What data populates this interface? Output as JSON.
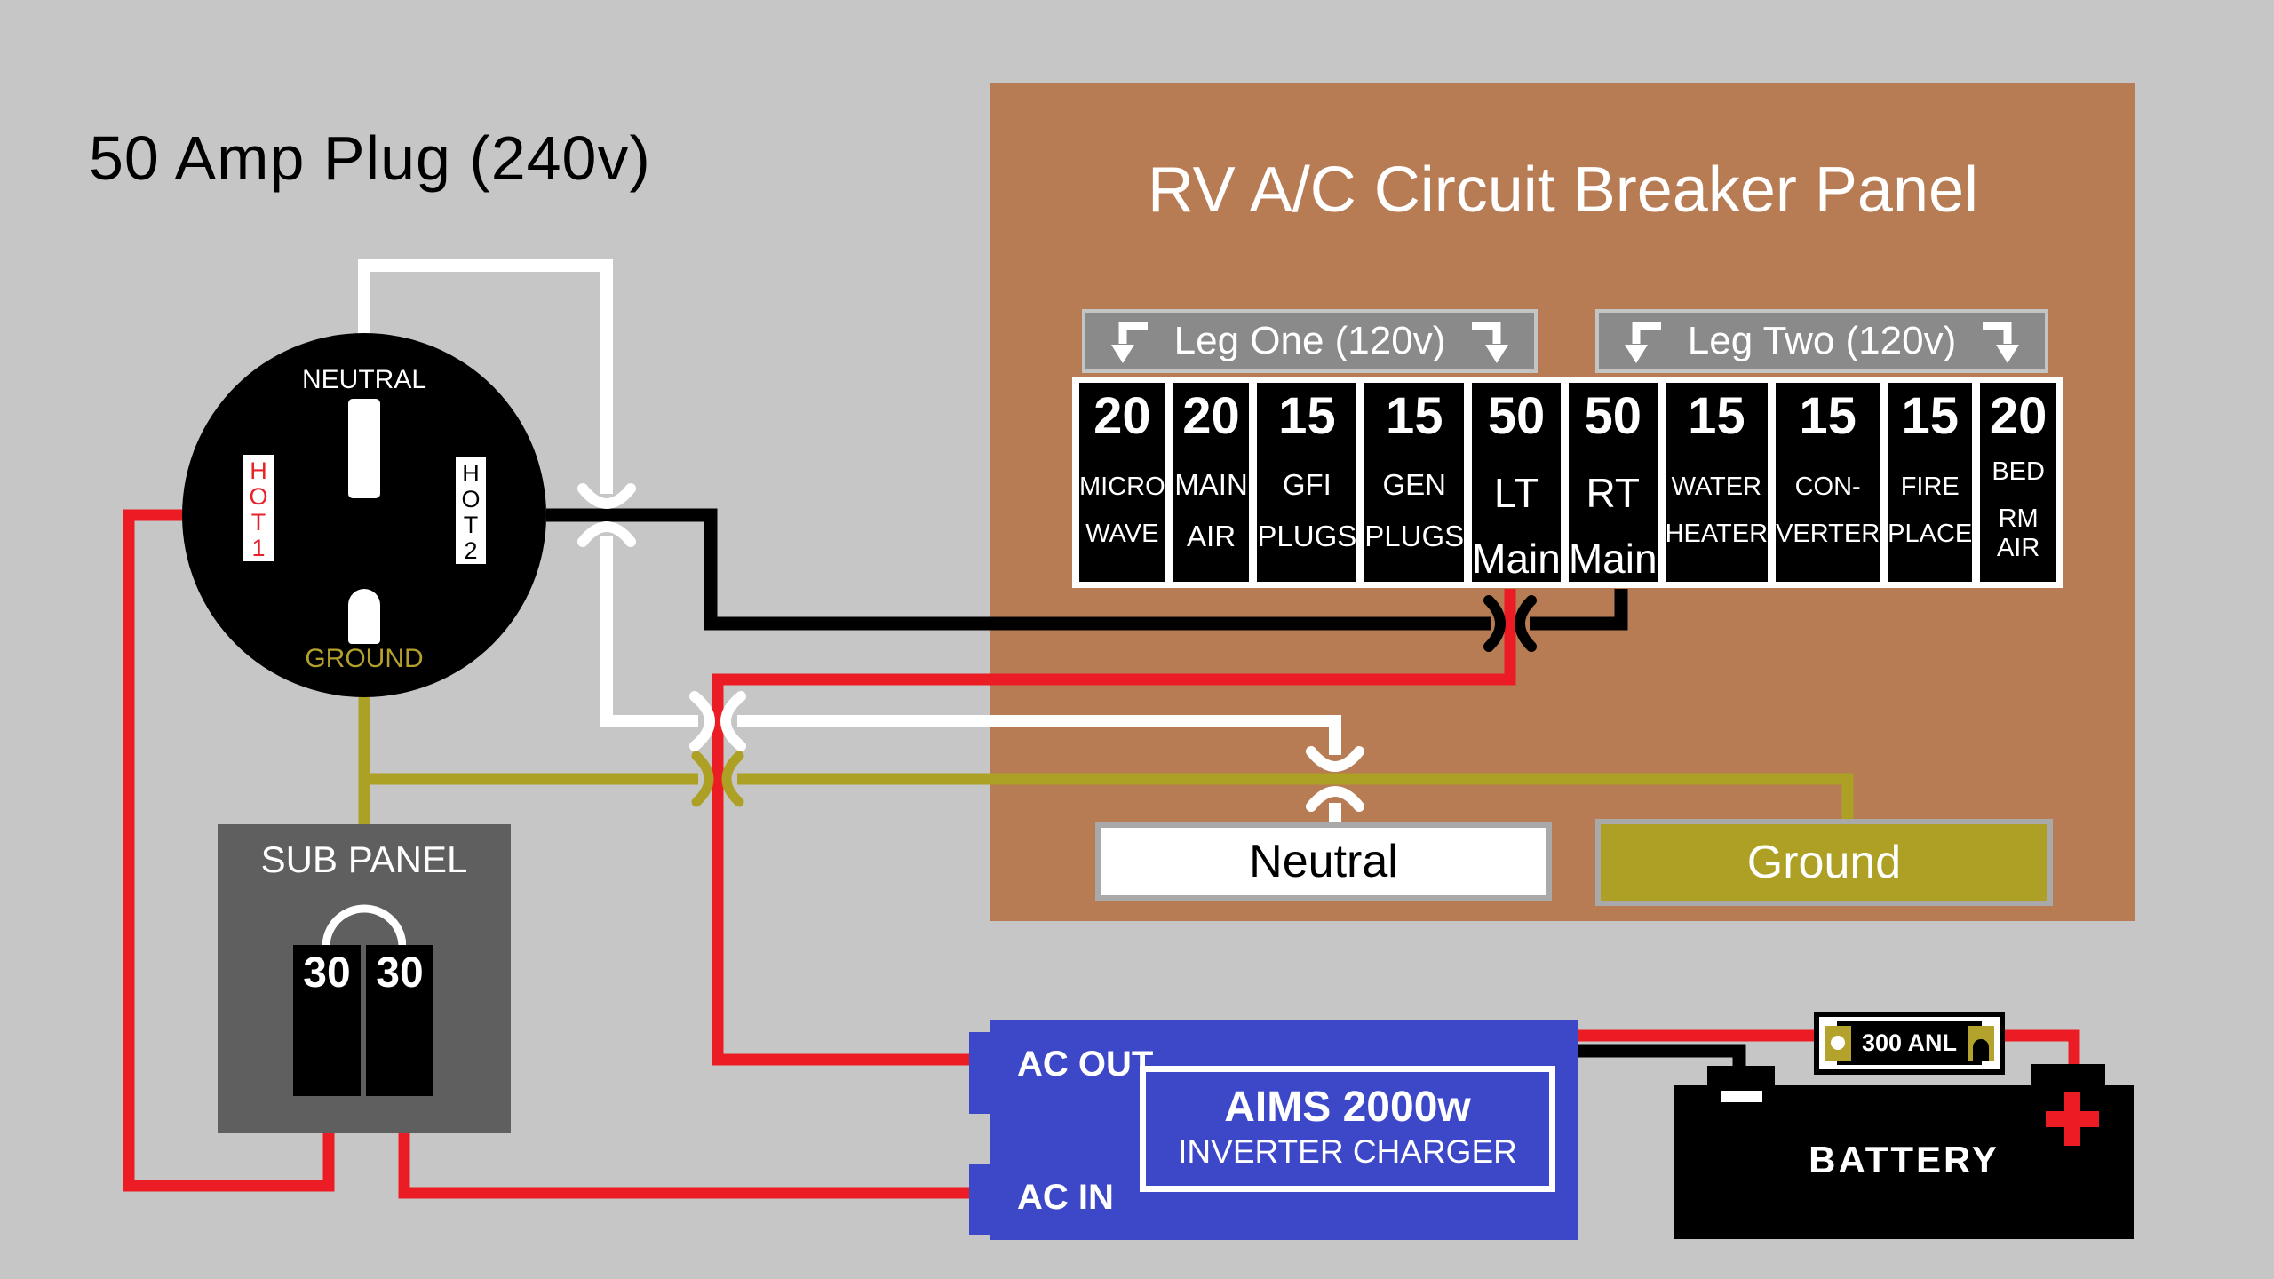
{
  "title": "50 Amp Plug (240v)",
  "plug": {
    "neutral": "NEUTRAL",
    "hot1": "H\nO\nT\n1",
    "hot2": "H\nO\nT\n2",
    "ground": "GROUND"
  },
  "panel": {
    "title": "RV A/C Circuit Breaker Panel",
    "leg_one": "Leg One (120v)",
    "leg_two": "Leg Two (120v)",
    "neutral_bus": "Neutral",
    "ground_bus": "Ground",
    "breakers": [
      {
        "amp": "20",
        "line1": "MICRO",
        "line2": "WAVE"
      },
      {
        "amp": "20",
        "line1": "MAIN",
        "line2": "AIR"
      },
      {
        "amp": "15",
        "line1": "GFI",
        "line2": "PLUGS"
      },
      {
        "amp": "15",
        "line1": "GEN",
        "line2": "PLUGS"
      },
      {
        "amp": "50",
        "line1": "LT",
        "line2": "Main"
      },
      {
        "amp": "50",
        "line1": "RT",
        "line2": "Main"
      },
      {
        "amp": "15",
        "line1": "WATER",
        "line2": "HEATER"
      },
      {
        "amp": "15",
        "line1": "CON-",
        "line2": "VERTER"
      },
      {
        "amp": "15",
        "line1": "FIRE",
        "line2": "PLACE"
      },
      {
        "amp": "20",
        "line1": "BED",
        "line2": "RM AIR"
      }
    ]
  },
  "sub_panel": {
    "title": "SUB PANEL",
    "breaker_left": "30",
    "breaker_right": "30"
  },
  "inverter": {
    "ac_out": "AC OUT",
    "ac_in": "AC IN",
    "name": "AIMS 2000w",
    "type": "INVERTER CHARGER"
  },
  "battery": {
    "label": "BATTERY"
  },
  "fuse": {
    "label": "300 ANL"
  },
  "colors": {
    "background": "#C6C6C6",
    "panel_brown": "#B87C55",
    "wire_red": "#EC1C24",
    "wire_black": "#000000",
    "wire_white": "#FFFFFF",
    "wire_ground_olive": "#ACA124",
    "inverter_blue": "#3C48C8",
    "sub_panel_gray": "#5F5F5F",
    "leg_label_gray": "#8A8A8A",
    "fuse_gold": "#B3A22C",
    "ground_text": "#B3A02B",
    "hot1_text": "#E8212B"
  }
}
